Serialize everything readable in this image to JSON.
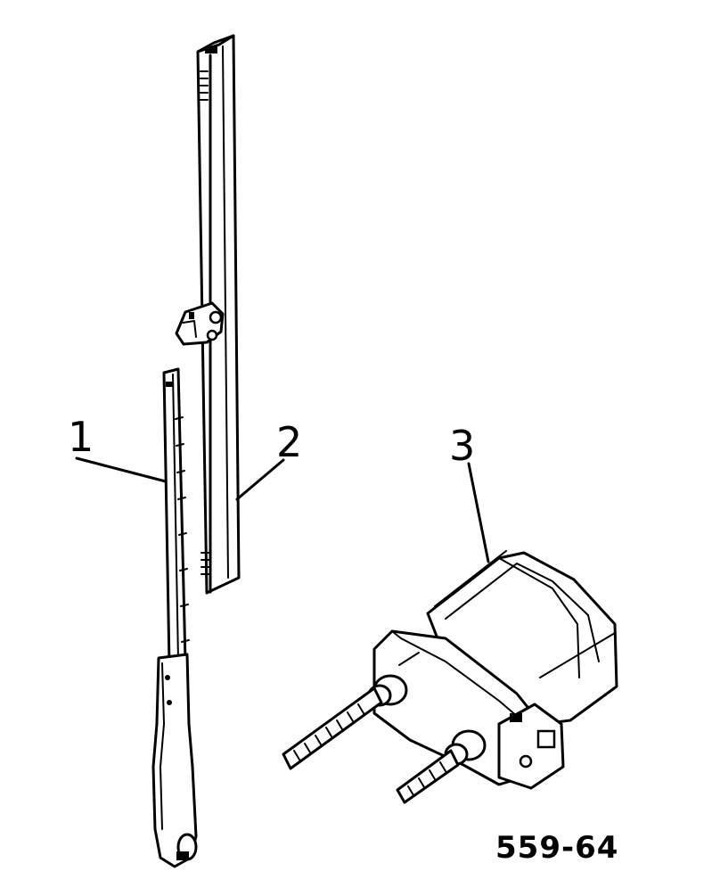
{
  "figure": {
    "callouts": [
      {
        "id": "1",
        "label": "1"
      },
      {
        "id": "2",
        "label": "2"
      },
      {
        "id": "3",
        "label": "3"
      }
    ],
    "figure_code": "559-64"
  }
}
